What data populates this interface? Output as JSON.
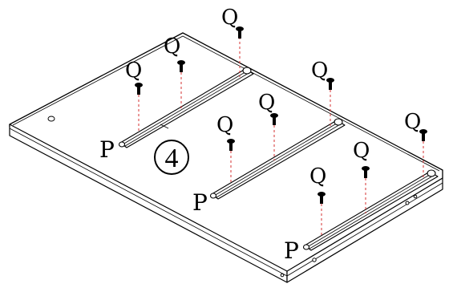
{
  "step": {
    "number": "4"
  },
  "labels": {
    "screw": "Q",
    "rail": "P"
  },
  "colors": {
    "line": "#000000",
    "guide": "#d63030",
    "background": "#ffffff"
  },
  "parts": {
    "rails_count": 3,
    "screws_count": 9
  }
}
